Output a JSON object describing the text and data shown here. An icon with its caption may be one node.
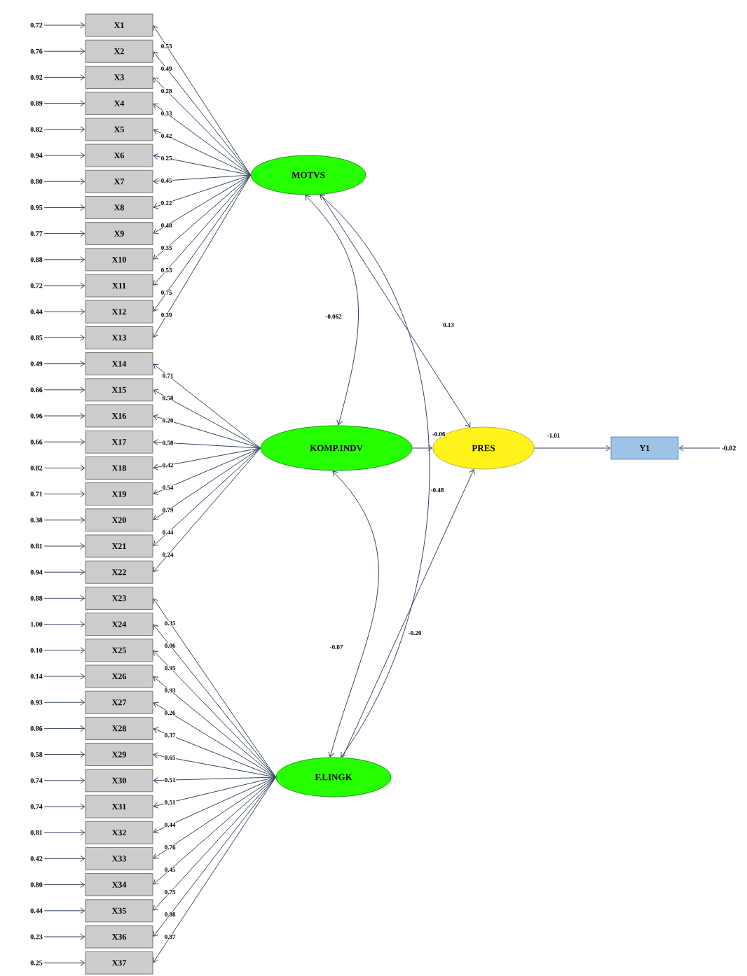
{
  "diagram": {
    "nodes": [
      {
        "text": [
          "X1"
        ]
      },
      {
        "text": [
          "X2"
        ]
      },
      {
        "text": [
          "X3"
        ]
      },
      {
        "text": [
          "X4"
        ]
      },
      {
        "text": [
          "X5"
        ]
      },
      {
        "text": [
          "X6"
        ]
      },
      {
        "text": [
          "X7"
        ]
      },
      {
        "text": [
          "X8"
        ]
      },
      {
        "text": [
          "X9"
        ]
      },
      {
        "text": [
          "X10"
        ]
      },
      {
        "text": [
          "X11"
        ]
      },
      {
        "text": [
          "X12"
        ]
      },
      {
        "text": [
          "X13"
        ]
      },
      {
        "text": [
          "X14"
        ]
      },
      {
        "text": [
          "X15"
        ]
      },
      {
        "text": [
          "X16"
        ]
      },
      {
        "text": [
          "X17"
        ]
      },
      {
        "text": [
          "X18"
        ]
      },
      {
        "text": [
          "X19"
        ]
      },
      {
        "text": [
          "X20"
        ]
      },
      {
        "text": [
          "X21"
        ]
      },
      {
        "text": [
          "X22"
        ]
      },
      {
        "text": [
          "X23"
        ]
      },
      {
        "text": [
          "X24"
        ]
      },
      {
        "text": [
          "X25"
        ]
      },
      {
        "text": [
          "X26"
        ]
      },
      {
        "text": [
          "X27"
        ]
      },
      {
        "text": [
          "X28"
        ]
      },
      {
        "text": [
          "X29"
        ]
      },
      {
        "text": [
          "X30"
        ]
      },
      {
        "text": [
          "X31"
        ]
      },
      {
        "text": [
          "X32"
        ]
      },
      {
        "text": [
          "X33"
        ]
      },
      {
        "text": [
          "X34"
        ]
      },
      {
        "text": [
          "X35"
        ]
      },
      {
        "text": [
          "X36"
        ]
      },
      {
        "text": [
          "X37"
        ]
      },
      {
        "text": [
          "MOTVS"
        ]
      },
      {
        "text": [
          "KOMP.INDV"
        ]
      },
      {
        "text": [
          "F.LINGK"
        ]
      },
      {
        "text": [
          "PRES"
        ]
      },
      {
        "text": [
          "Y1"
        ]
      },
      {
        "text": [
          "0.72"
        ]
      },
      {
        "text": [
          "0.76"
        ]
      },
      {
        "text": [
          "0.92"
        ]
      },
      {
        "text": [
          "0.89"
        ]
      },
      {
        "text": [
          "0.82"
        ]
      },
      {
        "text": [
          "0.94"
        ]
      },
      {
        "text": [
          "0.80"
        ]
      },
      {
        "text": [
          "0.95"
        ]
      },
      {
        "text": [
          "0.77"
        ]
      },
      {
        "text": [
          "0.88"
        ]
      },
      {
        "text": [
          "0.72"
        ]
      },
      {
        "text": [
          "0.44"
        ]
      },
      {
        "text": [
          "0.85"
        ]
      },
      {
        "text": [
          "0.49"
        ]
      },
      {
        "text": [
          "0.66"
        ]
      },
      {
        "text": [
          "0.96"
        ]
      },
      {
        "text": [
          "0.66"
        ]
      },
      {
        "text": [
          "0.82"
        ]
      },
      {
        "text": [
          "0.71"
        ]
      },
      {
        "text": [
          "0.38"
        ]
      },
      {
        "text": [
          "0.81"
        ]
      },
      {
        "text": [
          "0.94"
        ]
      },
      {
        "text": [
          "0.88"
        ]
      },
      {
        "text": [
          "1.00"
        ]
      },
      {
        "text": [
          "0.10"
        ]
      },
      {
        "text": [
          "0.14"
        ]
      },
      {
        "text": [
          "0.93"
        ]
      },
      {
        "text": [
          "0.86"
        ]
      },
      {
        "text": [
          "0.58"
        ]
      },
      {
        "text": [
          "0.74"
        ]
      },
      {
        "text": [
          "0.74"
        ]
      },
      {
        "text": [
          "0.81"
        ]
      },
      {
        "text": [
          "0.42"
        ]
      },
      {
        "text": [
          "0.80"
        ]
      },
      {
        "text": [
          "0.44"
        ]
      },
      {
        "text": [
          "0.23"
        ]
      },
      {
        "text": [
          "0.25"
        ]
      },
      {
        "text": [
          "-0.02"
        ]
      }
    ],
    "edges": [
      {
        "from": 37,
        "to": 0,
        "arrow": "to",
        "label": "0.53"
      },
      {
        "from": 37,
        "to": 1,
        "arrow": "to",
        "label": "0.49"
      },
      {
        "from": 37,
        "to": 2,
        "arrow": "to",
        "label": "0.28"
      },
      {
        "from": 37,
        "to": 3,
        "arrow": "to",
        "label": "0.33"
      },
      {
        "from": 37,
        "to": 4,
        "arrow": "to",
        "label": "0.42"
      },
      {
        "from": 37,
        "to": 5,
        "arrow": "to",
        "label": "0.25"
      },
      {
        "from": 37,
        "to": 6,
        "arrow": "to",
        "label": "0.45"
      },
      {
        "from": 37,
        "to": 7,
        "arrow": "to",
        "label": "0.22"
      },
      {
        "from": 37,
        "to": 8,
        "arrow": "to",
        "label": "0.48"
      },
      {
        "from": 37,
        "to": 9,
        "arrow": "to",
        "label": "0.35"
      },
      {
        "from": 37,
        "to": 10,
        "arrow": "to",
        "label": "0.53"
      },
      {
        "from": 37,
        "to": 11,
        "arrow": "to",
        "label": "0.75"
      },
      {
        "from": 37,
        "to": 12,
        "arrow": "to",
        "label": "0.39"
      },
      {
        "from": 38,
        "to": 13,
        "arrow": "to",
        "label": "0.71"
      },
      {
        "from": 38,
        "to": 14,
        "arrow": "to",
        "label": "0.58"
      },
      {
        "from": 38,
        "to": 15,
        "arrow": "to",
        "label": "0.20"
      },
      {
        "from": 38,
        "to": 16,
        "arrow": "to",
        "label": "0.58"
      },
      {
        "from": 38,
        "to": 17,
        "arrow": "to",
        "label": "0.42"
      },
      {
        "from": 38,
        "to": 18,
        "arrow": "to",
        "label": "0.54"
      },
      {
        "from": 38,
        "to": 19,
        "arrow": "to",
        "label": "0.79"
      },
      {
        "from": 38,
        "to": 20,
        "arrow": "to",
        "label": "0.44"
      },
      {
        "from": 38,
        "to": 21,
        "arrow": "to",
        "label": "0.24"
      },
      {
        "from": 39,
        "to": 22,
        "arrow": "to",
        "label": "0.35"
      },
      {
        "from": 39,
        "to": 23,
        "arrow": "to",
        "label": "0.06"
      },
      {
        "from": 39,
        "to": 24,
        "arrow": "to",
        "label": "0.95"
      },
      {
        "from": 39,
        "to": 25,
        "arrow": "to",
        "label": "0.93"
      },
      {
        "from": 39,
        "to": 26,
        "arrow": "to",
        "label": "0.26"
      },
      {
        "from": 39,
        "to": 27,
        "arrow": "to",
        "label": "0.37"
      },
      {
        "from": 39,
        "to": 28,
        "arrow": "to",
        "label": "0.65"
      },
      {
        "from": 39,
        "to": 29,
        "arrow": "to",
        "label": "0.51"
      },
      {
        "from": 39,
        "to": 30,
        "arrow": "to",
        "label": "0.51"
      },
      {
        "from": 39,
        "to": 31,
        "arrow": "to",
        "label": "0.44"
      },
      {
        "from": 39,
        "to": 32,
        "arrow": "to",
        "label": "0.76"
      },
      {
        "from": 39,
        "to": 33,
        "arrow": "to",
        "label": "0.45"
      },
      {
        "from": 39,
        "to": 34,
        "arrow": "to",
        "label": "0.75"
      },
      {
        "from": 39,
        "to": 35,
        "arrow": "to",
        "label": "0.88"
      },
      {
        "from": 39,
        "to": 36,
        "arrow": "to",
        "label": "0.87"
      },
      {
        "from": 42,
        "to": 0,
        "arrow": "to"
      },
      {
        "from": 43,
        "to": 1,
        "arrow": "to"
      },
      {
        "from": 44,
        "to": 2,
        "arrow": "to"
      },
      {
        "from": 45,
        "to": 3,
        "arrow": "to"
      },
      {
        "from": 46,
        "to": 4,
        "arrow": "to"
      },
      {
        "from": 47,
        "to": 5,
        "arrow": "to"
      },
      {
        "from": 48,
        "to": 6,
        "arrow": "to"
      },
      {
        "from": 49,
        "to": 7,
        "arrow": "to"
      },
      {
        "from": 50,
        "to": 8,
        "arrow": "to"
      },
      {
        "from": 51,
        "to": 9,
        "arrow": "to"
      },
      {
        "from": 52,
        "to": 10,
        "arrow": "to"
      },
      {
        "from": 53,
        "to": 11,
        "arrow": "to"
      },
      {
        "from": 54,
        "to": 12,
        "arrow": "to"
      },
      {
        "from": 55,
        "to": 13,
        "arrow": "to"
      },
      {
        "from": 56,
        "to": 14,
        "arrow": "to"
      },
      {
        "from": 57,
        "to": 15,
        "arrow": "to"
      },
      {
        "from": 58,
        "to": 16,
        "arrow": "to"
      },
      {
        "from": 59,
        "to": 17,
        "arrow": "to"
      },
      {
        "from": 60,
        "to": 18,
        "arrow": "to"
      },
      {
        "from": 61,
        "to": 19,
        "arrow": "to"
      },
      {
        "from": 62,
        "to": 20,
        "arrow": "to"
      },
      {
        "from": 63,
        "to": 21,
        "arrow": "to"
      },
      {
        "from": 64,
        "to": 22,
        "arrow": "to"
      },
      {
        "from": 65,
        "to": 23,
        "arrow": "to"
      },
      {
        "from": 66,
        "to": 24,
        "arrow": "to"
      },
      {
        "from": 67,
        "to": 25,
        "arrow": "to"
      },
      {
        "from": 68,
        "to": 26,
        "arrow": "to"
      },
      {
        "from": 69,
        "to": 27,
        "arrow": "to"
      },
      {
        "from": 70,
        "to": 28,
        "arrow": "to"
      },
      {
        "from": 71,
        "to": 29,
        "arrow": "to"
      },
      {
        "from": 72,
        "to": 30,
        "arrow": "to"
      },
      {
        "from": 73,
        "to": 31,
        "arrow": "to"
      },
      {
        "from": 74,
        "to": 32,
        "arrow": "to"
      },
      {
        "from": 75,
        "to": 33,
        "arrow": "to"
      },
      {
        "from": 76,
        "to": 34,
        "arrow": "to"
      },
      {
        "from": 77,
        "to": 35,
        "arrow": "to"
      },
      {
        "from": 78,
        "to": 36,
        "arrow": "to"
      },
      {
        "from": 37,
        "to": 40,
        "arrow": "to",
        "label": "0.13"
      },
      {
        "from": 38,
        "to": 40,
        "arrow": "to",
        "label": "-0.06"
      },
      {
        "from": 39,
        "to": 40,
        "arrow": "to",
        "label": "-0.20"
      },
      {
        "from": 40,
        "to": 41,
        "arrow": "to",
        "label": "-1.01"
      },
      {
        "from": 79,
        "to": 41,
        "arrow": "to"
      },
      {
        "from": 37,
        "to": 38,
        "arrow": "both",
        "label": "-0.062"
      },
      {
        "from": 38,
        "to": 39,
        "arrow": "both",
        "label": "-0.07"
      },
      {
        "from": 37,
        "to": 39,
        "arrow": "both",
        "label": "-0.48"
      }
    ]
  }
}
